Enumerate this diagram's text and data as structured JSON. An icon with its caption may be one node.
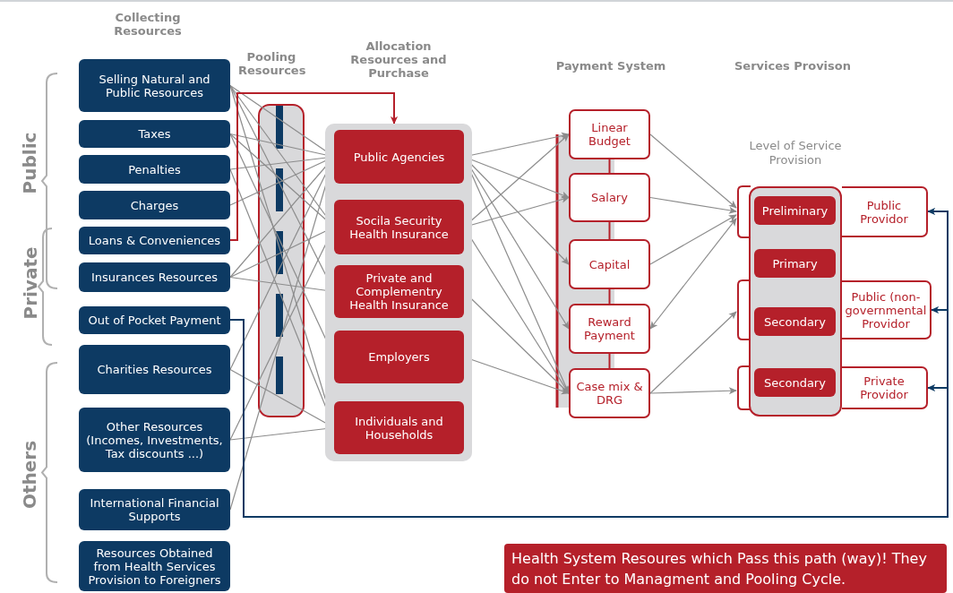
{
  "diagram": {
    "nodes": [
      {
        "text": [
          "Selling Natural and Public Resources"
        ]
      },
      {
        "text": [
          "Taxes"
        ]
      },
      {
        "text": [
          "Penalties"
        ]
      },
      {
        "text": [
          "Charges"
        ]
      },
      {
        "text": [
          "Loans & Conveniences"
        ]
      },
      {
        "text": [
          "Insurances Resources"
        ]
      },
      {
        "text": [
          "Out of Pocket Payment"
        ]
      },
      {
        "text": [
          "Charities Resources"
        ]
      },
      {
        "text": [
          "Other Resources (Incomes, Investments, Tax discounts ...)"
        ]
      },
      {
        "text": [
          "International Financial Supports"
        ]
      },
      {
        "text": [
          "Resources Obtained from Health Services Provision to Foreigners"
        ]
      },
      {
        "text": [],
        "shape": "box"
      },
      {
        "text": [
          "Public Agencies"
        ],
        "in": 11
      },
      {
        "text": [
          "Socila Security Health Insurance"
        ],
        "in": 11
      },
      {
        "text": [
          "Private and Complementry Health Insurance"
        ],
        "in": 11
      },
      {
        "text": [
          "Employers"
        ],
        "in": 11
      },
      {
        "text": [
          "Individuals and Households"
        ],
        "in": 11
      },
      {
        "text": [
          "Linear Budget"
        ]
      },
      {
        "text": [
          "Salary"
        ]
      },
      {
        "text": [
          "Capital"
        ]
      },
      {
        "text": [
          "Reward Payment"
        ]
      },
      {
        "text": [
          "Case mix & DRG"
        ]
      },
      {
        "text": [
          "Level of Service Provision"
        ]
      },
      {
        "text": [
          "Preliminary"
        ],
        "in": 22
      },
      {
        "text": [
          "Primary"
        ],
        "in": 22
      },
      {
        "text": [
          "Secondary"
        ],
        "in": 22
      },
      {
        "text": [
          "Secondary"
        ],
        "in": 22
      },
      {
        "text": [
          "Public Providor"
        ]
      },
      {
        "text": [
          "Public (non-governmental Providor"
        ]
      },
      {
        "text": [
          "Private Providor"
        ]
      },
      {
        "text": [
          "Health System Resoures which Pass this path (way)! They do not Enter to Managment and Pooling Cycle."
        ]
      }
    ],
    "edges": [
      {
        "from": 0,
        "to": 12,
        "arrow": "to"
      },
      {
        "from": 0,
        "to": 13,
        "arrow": "to"
      },
      {
        "from": 0,
        "to": 14,
        "arrow": "to"
      },
      {
        "from": 0,
        "to": 16,
        "arrow": "to"
      },
      {
        "from": 1,
        "to": 12,
        "arrow": "to"
      },
      {
        "from": 1,
        "to": 13,
        "arrow": "to"
      },
      {
        "from": 1,
        "to": 15,
        "arrow": "to"
      },
      {
        "from": 2,
        "to": 12,
        "arrow": "to"
      },
      {
        "from": 2,
        "to": 16,
        "arrow": "to"
      },
      {
        "from": 3,
        "to": 12,
        "arrow": "to"
      },
      {
        "from": 5,
        "to": 12,
        "arrow": "to"
      },
      {
        "from": 5,
        "to": 13,
        "arrow": "to"
      },
      {
        "from": 5,
        "to": 14,
        "arrow": "to"
      },
      {
        "from": 7,
        "to": 12,
        "arrow": "to"
      },
      {
        "from": 7,
        "to": 16,
        "arrow": "to"
      },
      {
        "from": 8,
        "to": 13,
        "arrow": "to"
      },
      {
        "from": 8,
        "to": 16,
        "arrow": "to"
      },
      {
        "from": 9,
        "to": 12,
        "arrow": "to"
      },
      {
        "from": 4,
        "to": 11,
        "arrow": "to",
        "color": "#b5202a"
      },
      {
        "from": 12,
        "to": 17,
        "arrow": "to"
      },
      {
        "from": 12,
        "to": 18,
        "arrow": "to"
      },
      {
        "from": 12,
        "to": 19,
        "arrow": "to"
      },
      {
        "from": 12,
        "to": 20,
        "arrow": "to"
      },
      {
        "from": 12,
        "to": 21,
        "arrow": "to"
      },
      {
        "from": 13,
        "to": 17,
        "arrow": "to"
      },
      {
        "from": 13,
        "to": 18,
        "arrow": "to"
      },
      {
        "from": 13,
        "to": 21,
        "arrow": "to"
      },
      {
        "from": 14,
        "to": 21,
        "arrow": "to"
      },
      {
        "from": 15,
        "to": 21,
        "arrow": "to"
      },
      {
        "from": 17,
        "to": 18,
        "arrow": "none",
        "color": "#b5202a"
      },
      {
        "from": 18,
        "to": 19,
        "arrow": "none",
        "color": "#b5202a"
      },
      {
        "from": 19,
        "to": 20,
        "arrow": "none",
        "color": "#b5202a"
      },
      {
        "from": 20,
        "to": 21,
        "arrow": "none",
        "color": "#b5202a"
      },
      {
        "from": 17,
        "to": 22,
        "arrow": "to"
      },
      {
        "from": 18,
        "to": 22,
        "arrow": "to"
      },
      {
        "from": 19,
        "to": 22,
        "arrow": "to"
      },
      {
        "from": 20,
        "to": 22,
        "arrow": "both"
      },
      {
        "from": 21,
        "to": 22,
        "arrow": "to"
      },
      {
        "from": 21,
        "to": 22,
        "arrow": "to"
      },
      {
        "from": 6,
        "to": 27,
        "arrow": "to",
        "color": "#0d3a63"
      },
      {
        "from": 6,
        "to": 28,
        "arrow": "to",
        "color": "#0d3a63"
      },
      {
        "from": 6,
        "to": 29,
        "arrow": "to",
        "color": "#0d3a63"
      }
    ],
    "labels": [
      "Collecting Resources",
      "Pooling Resources",
      "Allocation Resources and Purchase",
      "Payment System",
      "Services Provison",
      "Public",
      "Private",
      "Others"
    ]
  }
}
